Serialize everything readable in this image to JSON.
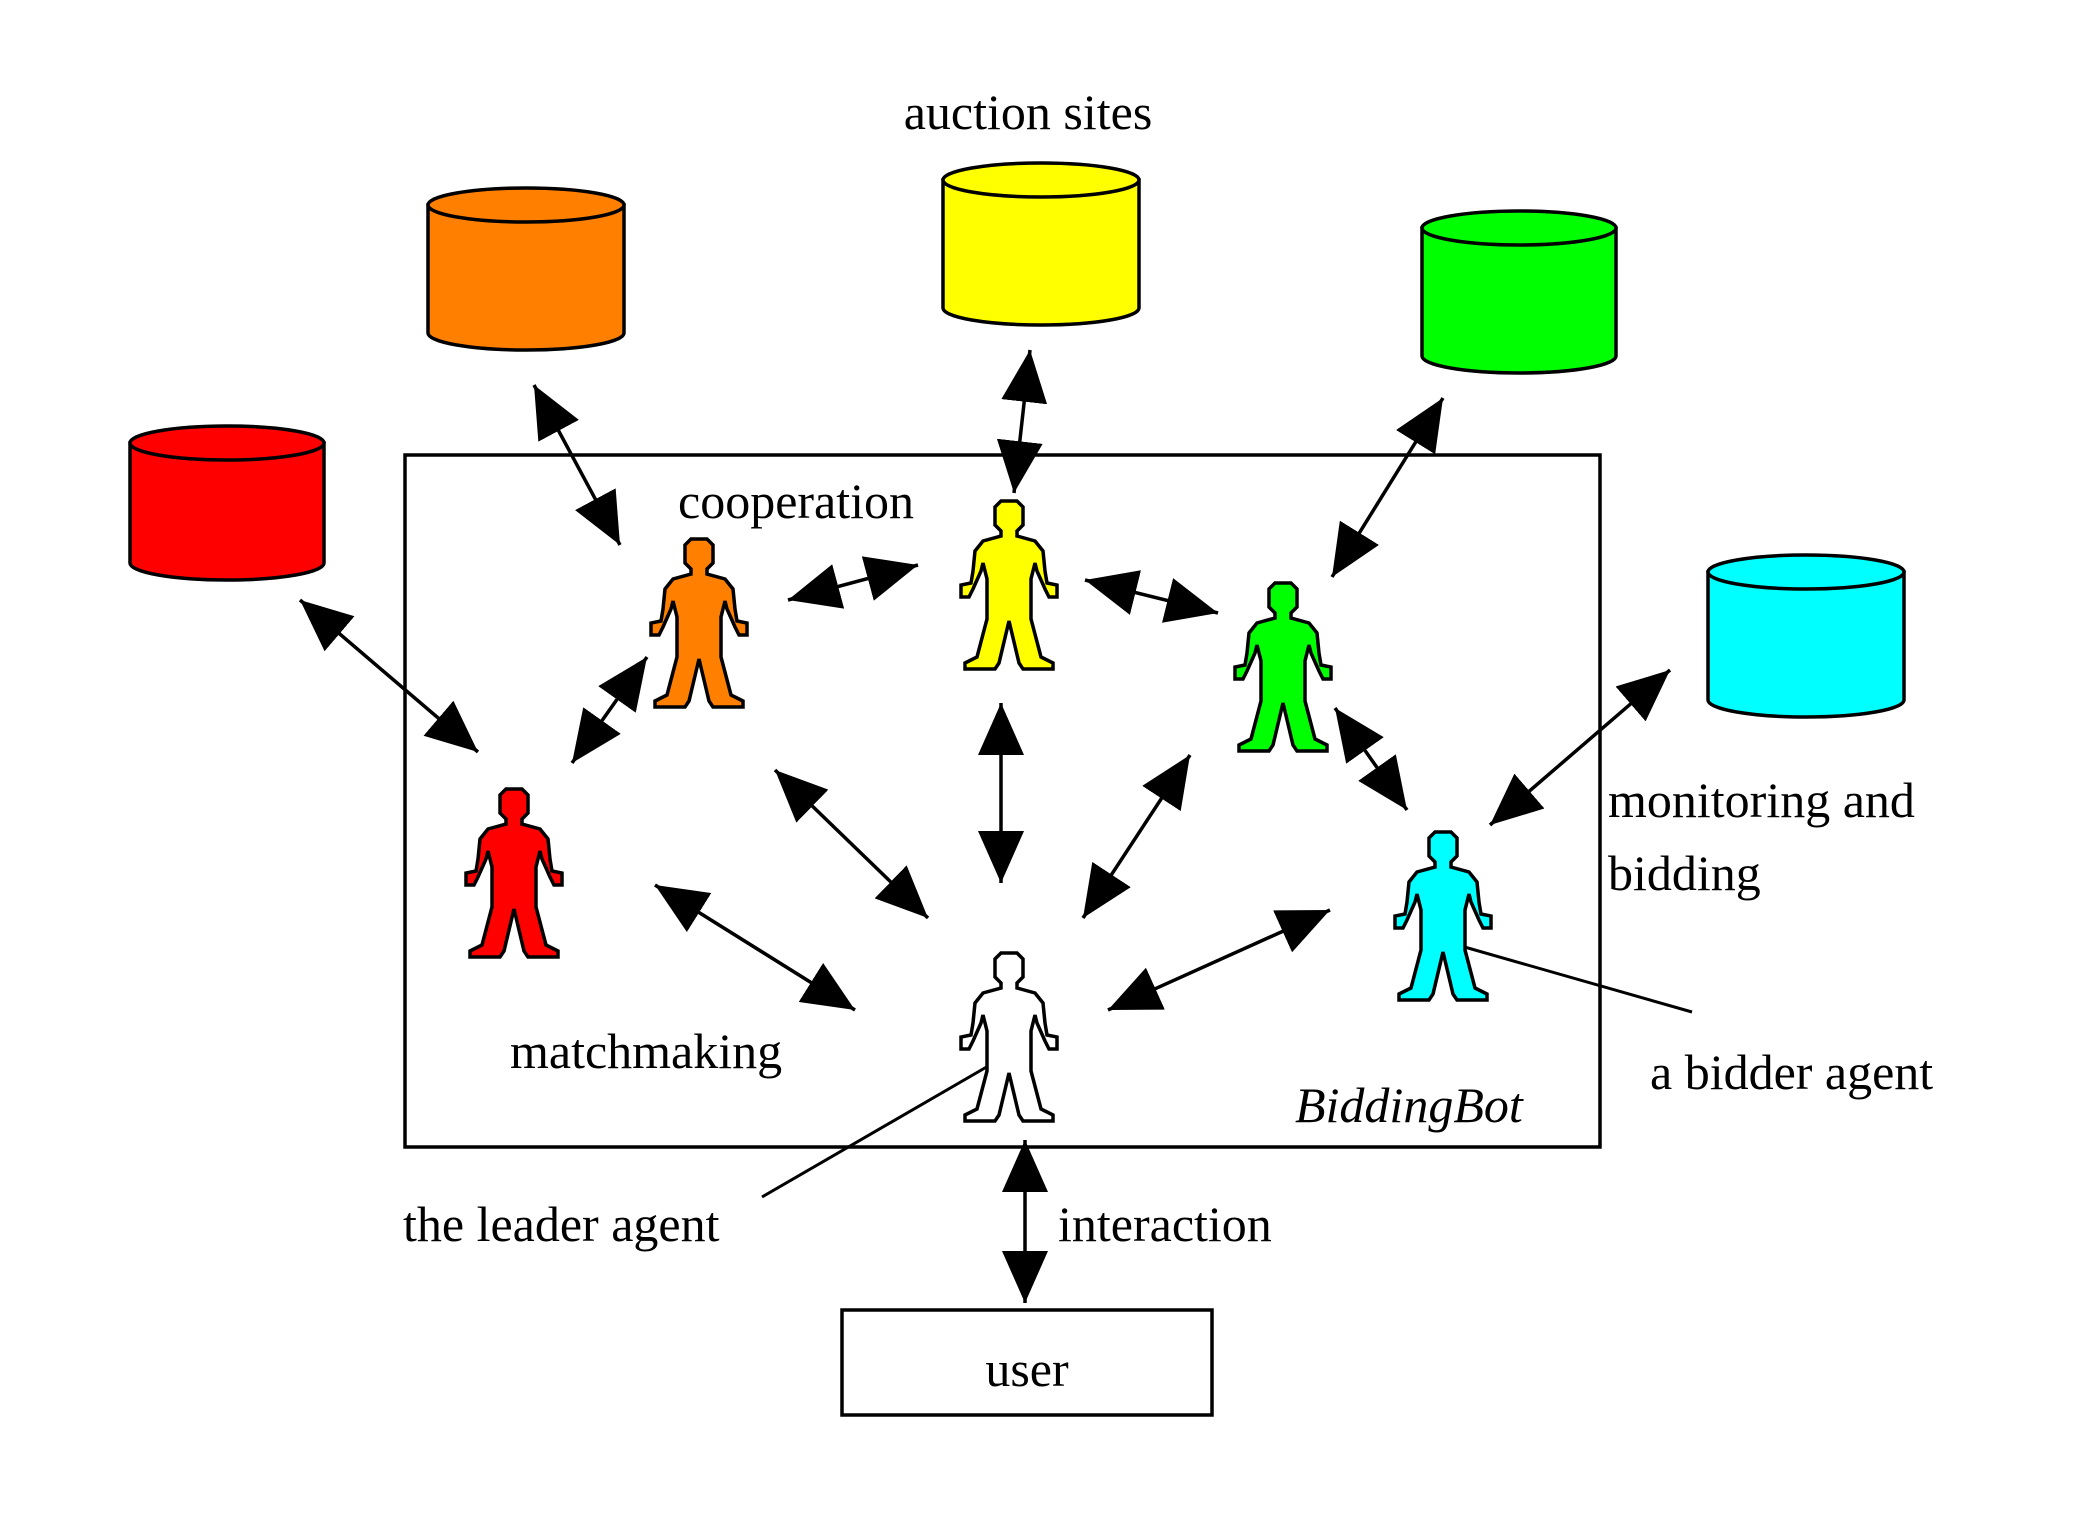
{
  "labels": {
    "auction_sites": "auction sites",
    "cooperation": "cooperation",
    "monitoring_line1": "monitoring and",
    "monitoring_line2": "bidding",
    "matchmaking": "matchmaking",
    "system_name": "BiddingBot",
    "bidder_agent": "a bidder agent",
    "leader_agent": "the leader agent",
    "interaction": "interaction",
    "user": "user"
  },
  "colors": {
    "red": "#ff0000",
    "orange": "#ff8000",
    "yellow": "#ffff00",
    "green": "#00ff00",
    "cyan": "#00ffff",
    "white": "#ffffff",
    "outline": "#000000"
  },
  "icons": {
    "database": "cylinder-database-icon",
    "agent": "person-silhouette-icon",
    "connection": "double-headed-arrow"
  }
}
